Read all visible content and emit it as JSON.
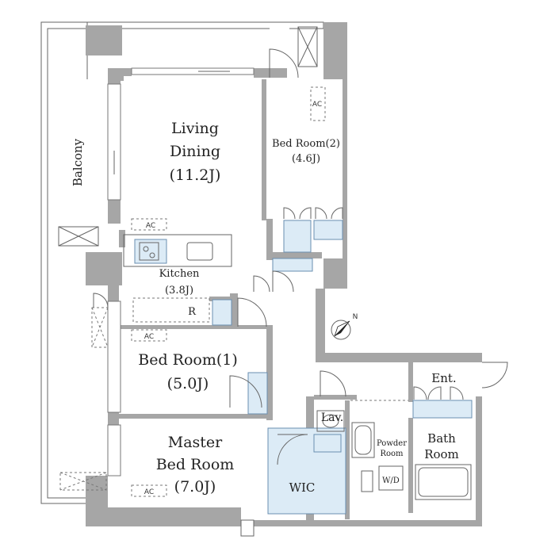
{
  "rooms": {
    "balcony": "Balcony",
    "living_line1": "Living",
    "living_line2": "Dining",
    "living_size": "(11.2J)",
    "bed2_name": "Bed Room(2)",
    "bed2_size": "(4.6J)",
    "kitchen_name": "Kitchen",
    "kitchen_size": "(3.8J)",
    "fridge": "R",
    "bed1_name": "Bed Room(1)",
    "bed1_size": "(5.0J)",
    "master_line1": "Master",
    "master_line2": "Bed Room",
    "master_size": "(7.0J)",
    "wic": "WIC",
    "lav": "Lav.",
    "powder_line1": "Powder",
    "powder_line2": "Room",
    "washer": "W/D",
    "bath_line1": "Bath",
    "bath_line2": "Room",
    "entrance": "Ent."
  },
  "ac_labels": {
    "bed2": "AC",
    "living": "AC",
    "bed1": "AC",
    "master": "AC"
  },
  "compass": {
    "north_label": "N"
  },
  "colors": {
    "wall": "#a6a6a6",
    "storage": "#dcebf6",
    "line": "#666666"
  }
}
